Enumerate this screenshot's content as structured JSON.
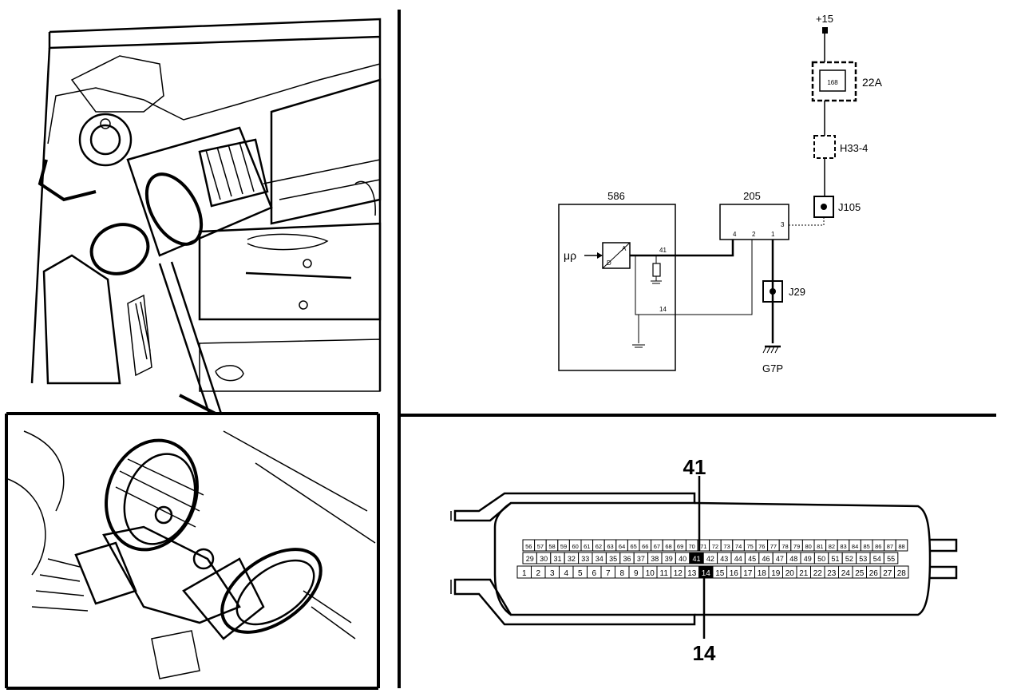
{
  "schematic": {
    "supply_label": "+15",
    "fuse": {
      "label": "22A",
      "rating": "168"
    },
    "connector_h": "H33-4",
    "junctions": [
      "J105",
      "J29"
    ],
    "ground_label": "G7P",
    "module_586": {
      "label": "586",
      "input_label": "μρ",
      "converter_a": "A",
      "converter_d": "D",
      "pin_top": "41",
      "pin_bottom": "14"
    },
    "module_205": {
      "label": "205",
      "pins": [
        "4",
        "2",
        "1",
        "3"
      ]
    }
  },
  "connector": {
    "callout_top": "41",
    "callout_bottom": "14",
    "row_top": [
      "56",
      "57",
      "58",
      "59",
      "60",
      "61",
      "62",
      "63",
      "64",
      "65",
      "66",
      "67",
      "68",
      "69",
      "70",
      "71",
      "72",
      "73",
      "74",
      "75",
      "76",
      "77",
      "78",
      "79",
      "80",
      "81",
      "82",
      "83",
      "84",
      "85",
      "86",
      "87",
      "88"
    ],
    "row_middle": [
      "29",
      "30",
      "31",
      "32",
      "33",
      "34",
      "35",
      "36",
      "37",
      "38",
      "39",
      "40",
      "41",
      "42",
      "43",
      "44",
      "45",
      "46",
      "47",
      "48",
      "49",
      "50",
      "51",
      "52",
      "53",
      "54",
      "55"
    ],
    "row_bottom": [
      "1",
      "2",
      "3",
      "4",
      "5",
      "6",
      "7",
      "8",
      "9",
      "10",
      "11",
      "12",
      "13",
      "14",
      "15",
      "16",
      "17",
      "18",
      "19",
      "20",
      "21",
      "22",
      "23",
      "24",
      "25",
      "26",
      "27",
      "28"
    ],
    "highlight": [
      "41",
      "14"
    ]
  }
}
